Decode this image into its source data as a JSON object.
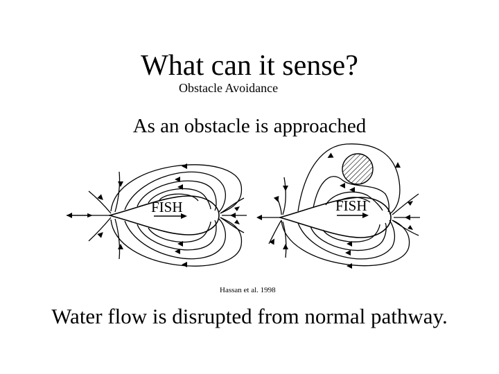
{
  "slide": {
    "title": "What can it sense?",
    "subtitle": "Obstacle Avoidance",
    "heading": "As an obstacle is approached",
    "citation": "Hassan et al. 1998",
    "caption": "Water flow is disrupted from normal pathway."
  },
  "figure": {
    "left_panel": {
      "fish_label": "FISH"
    },
    "right_panel": {
      "fish_label": "FISH"
    }
  }
}
